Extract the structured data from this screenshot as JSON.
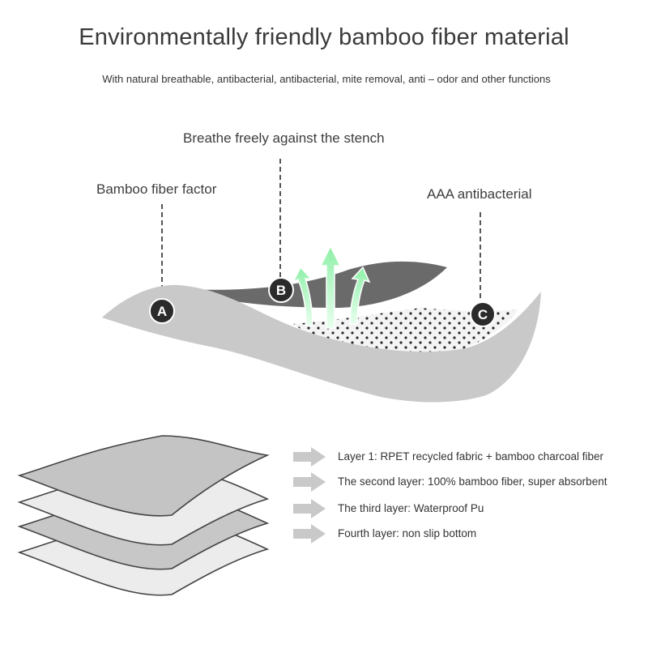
{
  "header": {
    "title": "Environmentally friendly bamboo fiber material",
    "subtitle": "With natural breathable, antibacterial, antibacterial, mite removal, anti – odor and other functions"
  },
  "callouts": {
    "a": {
      "text": "Bamboo fiber factor",
      "marker": "A"
    },
    "b": {
      "text": "Breathe freely against the stench",
      "marker": "B"
    },
    "c": {
      "text": "AAA antibacterial",
      "marker": "C"
    }
  },
  "layers": [
    {
      "label": "Layer 1: RPET recycled fabric + bamboo charcoal fiber"
    },
    {
      "label": "The second layer: 100% bamboo fiber, super absorbent"
    },
    {
      "label": "The third layer: Waterproof Pu"
    },
    {
      "label": "Fourth layer: non slip bottom"
    }
  ],
  "colors": {
    "fabric_light": "#c8c8c8",
    "fabric_dark": "#666666",
    "layer_pale": "#ececec",
    "marker": "#2b2b2b",
    "arrow_green": "#66dd88",
    "arrow_gray": "#c9c9c9"
  },
  "icons": {
    "breathe": "up-arrow-icon",
    "legend": "right-arrow-icon"
  }
}
